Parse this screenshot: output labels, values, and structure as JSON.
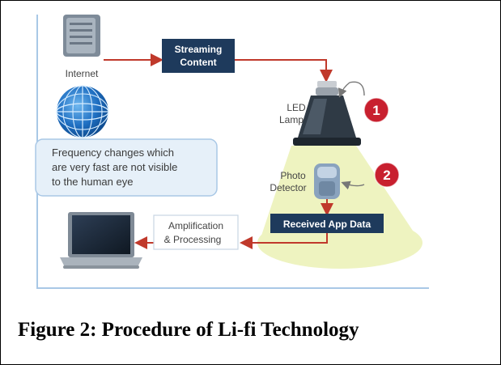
{
  "figure": {
    "caption": "Figure 2: Procedure of Li-fi Technology"
  },
  "diagram": {
    "nodes": {
      "internet": "Internet",
      "streaming": [
        "Streaming",
        "Content"
      ],
      "led_lamp": [
        "LED",
        "Lamp"
      ],
      "photo_detector": [
        "Photo",
        "Detector"
      ],
      "received": "Received App Data",
      "amplification": [
        "Amplification",
        "& Processing"
      ],
      "note": [
        "Frequency changes which",
        "are very fast are not visible",
        "to the human eye"
      ]
    },
    "markers": {
      "one": "1",
      "two": "2"
    },
    "colors": {
      "navy_box": "#1e3a5c",
      "arrow_red": "#c0392b",
      "marker_red": "#c8202f",
      "light_beam": "#eef3c0",
      "note_bg": "#e6f0f9",
      "frame_line": "#a9c8e6"
    }
  }
}
